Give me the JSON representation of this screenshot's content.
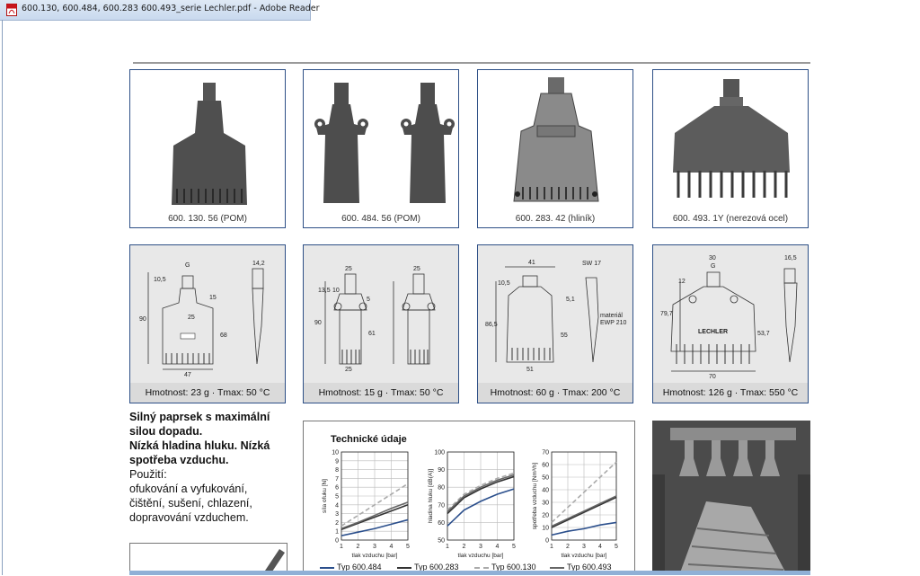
{
  "window": {
    "title": "600.130, 600.484, 600.283 600.493_serie  Lechler.pdf - Adobe Reader"
  },
  "products": [
    {
      "caption": "600. 130. 56 (POM)"
    },
    {
      "caption": "600. 484. 56 (POM)"
    },
    {
      "caption": "600. 283. 42 (hliník)"
    },
    {
      "caption": "600. 493. 1Y (nerezová ocel)"
    }
  ],
  "drawings": [
    {
      "caption": "Hmotnost: 23 g · Tmax: 50 °C",
      "dims": [
        "G",
        "14,2",
        "10,5",
        "15",
        "25",
        "90",
        "68",
        "47"
      ]
    },
    {
      "caption": "Hmotnost: 15 g · Tmax: 50 °C",
      "dims": [
        "25",
        "25",
        "13,5",
        "10",
        "5",
        "90",
        "61",
        "25"
      ]
    },
    {
      "caption": "Hmotnost: 60 g · Tmax: 200 °C",
      "dims": [
        "41",
        "SW 17",
        "10,5",
        "5,1",
        "55",
        "86,5",
        "51",
        "materiál",
        "EWP 210"
      ]
    },
    {
      "caption": "Hmotnost: 126 g · Tmax: 550 °C",
      "dims": [
        "30",
        "G",
        "16,5",
        "12",
        "79,7",
        "53,7",
        "70",
        "LECHLER"
      ]
    }
  ],
  "description": {
    "bold_lines": [
      "Silný paprsek s maximální",
      "silou dopadu.",
      "Nízká hladina hluku. Nízká",
      "spotřeba vzduchu."
    ],
    "lines": [
      "Použití:",
      "ofukování a vyfukování,",
      "čištění, sušení, chlazení,",
      "dopravování vzduchem."
    ]
  },
  "tech": {
    "title": "Technické údaje",
    "colors": {
      "600.484": "#2b4f8c",
      "600.283": "#333333",
      "600.130": "#aaaaaa",
      "600.493": "#666666"
    }
  },
  "chart_data": [
    {
      "type": "line",
      "ylabel": "síla ofuku [N]",
      "xlabel": "tlak vzduchu [bar]",
      "x": [
        1,
        2,
        3,
        4,
        5
      ],
      "xlim": [
        1,
        5
      ],
      "ylim": [
        0,
        10
      ],
      "yticks": [
        "0",
        "1",
        "2",
        "3",
        "4",
        "5",
        "6",
        "7",
        "8",
        "9",
        "10"
      ],
      "series": [
        {
          "name": "Typ 600.484",
          "values": [
            0.5,
            0.9,
            1.3,
            1.8,
            2.3
          ]
        },
        {
          "name": "Typ 600.283",
          "values": [
            1.2,
            1.9,
            2.6,
            3.3,
            4.0
          ]
        },
        {
          "name": "Typ 600.130",
          "values": [
            1.6,
            2.8,
            4.0,
            5.2,
            6.4
          ]
        },
        {
          "name": "Typ 600.493",
          "values": [
            1.3,
            2.0,
            2.8,
            3.6,
            4.3
          ]
        }
      ]
    },
    {
      "type": "line",
      "ylabel": "hladina hluku [dB(A)]",
      "xlabel": "tlak vzduchu [bar]",
      "x": [
        1,
        2,
        3,
        4,
        5
      ],
      "xlim": [
        1,
        5
      ],
      "ylim": [
        50,
        100
      ],
      "yticks": [
        "50",
        "60",
        "70",
        "80",
        "90",
        "100"
      ],
      "series": [
        {
          "name": "Typ 600.484",
          "values": [
            58,
            67,
            72,
            76,
            79
          ]
        },
        {
          "name": "Typ 600.283",
          "values": [
            65,
            74,
            79,
            83,
            86
          ]
        },
        {
          "name": "Typ 600.130",
          "values": [
            67,
            76,
            81,
            85,
            88
          ]
        },
        {
          "name": "Typ 600.493",
          "values": [
            66,
            75,
            80,
            84,
            87
          ]
        }
      ]
    },
    {
      "type": "line",
      "ylabel": "spotřeba vzduchu [Nm³/h]",
      "xlabel": "tlak vzduchu [bar]",
      "x": [
        1,
        2,
        3,
        4,
        5
      ],
      "xlim": [
        1,
        5
      ],
      "ylim": [
        0,
        70
      ],
      "yticks": [
        "0",
        "10",
        "20",
        "30",
        "40",
        "50",
        "60",
        "70"
      ],
      "series": [
        {
          "name": "Typ 600.484",
          "values": [
            4,
            7,
            9,
            12,
            14
          ]
        },
        {
          "name": "Typ 600.283",
          "values": [
            10,
            16,
            22,
            28,
            34
          ]
        },
        {
          "name": "Typ 600.130",
          "values": [
            14,
            26,
            38,
            50,
            62
          ]
        },
        {
          "name": "Typ 600.493",
          "values": [
            11,
            17,
            23,
            29,
            35
          ]
        }
      ]
    }
  ],
  "legend": [
    "Typ 600.484",
    "Typ 600.283",
    "Typ 600.130",
    "Typ 600.493"
  ]
}
